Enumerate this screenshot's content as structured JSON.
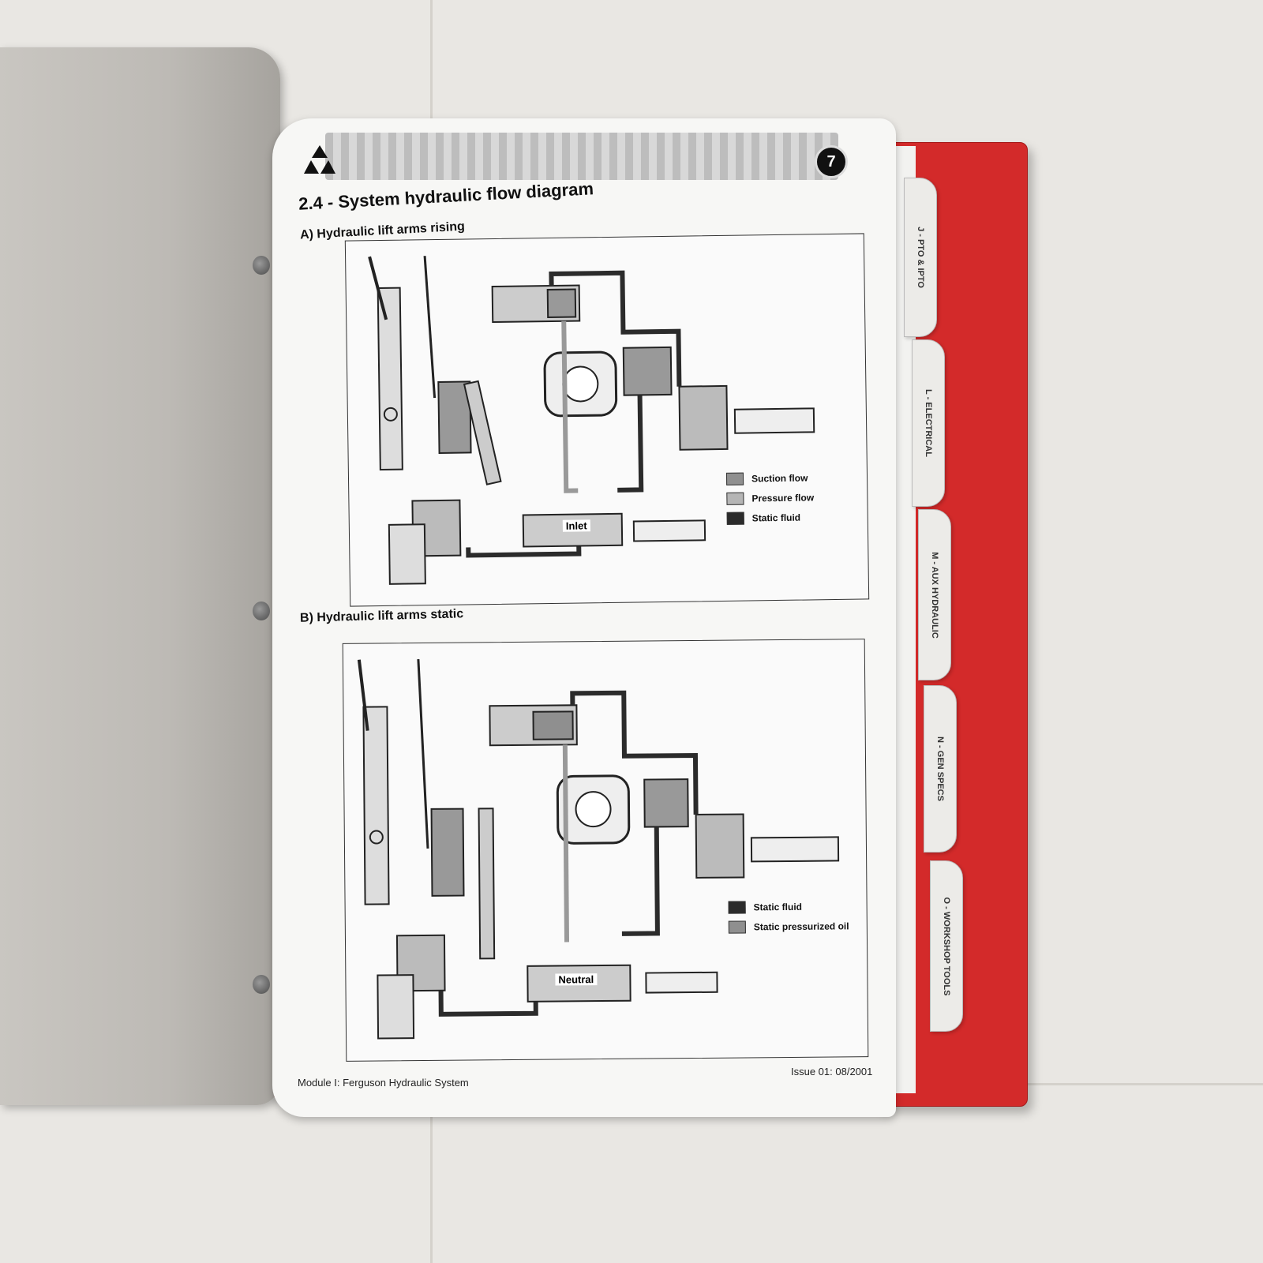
{
  "page": {
    "number": "7",
    "title": "2.4 - System hydraulic flow diagram",
    "section_a": "A) Hydraulic lift arms rising",
    "section_b": "B) Hydraulic lift arms static",
    "footer_left": "Module I: Ferguson Hydraulic System",
    "footer_right": "Issue 01: 08/2001"
  },
  "diagram_a": {
    "valve_label": "Inlet",
    "legend": [
      {
        "label": "Suction flow",
        "color": "#8f8f8f"
      },
      {
        "label": "Pressure flow",
        "color": "#b5b5b5"
      },
      {
        "label": "Static fluid",
        "color": "#2b2b2b"
      }
    ]
  },
  "diagram_b": {
    "valve_label": "Neutral",
    "legend": [
      {
        "label": "Static fluid",
        "color": "#2b2b2b"
      },
      {
        "label": "Static pressurized oil",
        "color": "#8f8f8f"
      }
    ]
  },
  "tabs": [
    "J - PTO & IPTO",
    "L - ELECTRICAL",
    "M - AUX HYDRAULIC",
    "N - GEN SPECS",
    "O - WORKSHOP TOOLS"
  ],
  "colors": {
    "binder": "#d32a2a",
    "table": "#e9e7e3"
  }
}
